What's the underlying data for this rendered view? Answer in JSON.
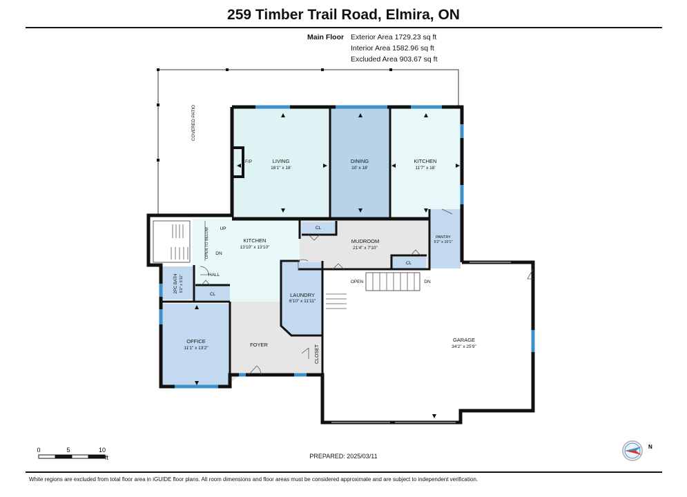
{
  "title": "259 Timber Trail Road, Elmira, ON",
  "floor_info": {
    "floor_label": "Main Floor",
    "exterior_area": "Exterior Area 1729.23 sq ft",
    "interior_area": "Interior Area 1582.96 sq ft",
    "excluded_area": "Excluded Area 903.67 sq ft"
  },
  "rooms": {
    "covered_patio": "COVERED PATIO",
    "fireplace": "F/P",
    "living": {
      "name": "LIVING",
      "dims": "16'1\" x 18'"
    },
    "dining": {
      "name": "DINING",
      "dims": "10' x 18'"
    },
    "kitchen_upper": {
      "name": "KITCHEN",
      "dims": "11'7\" x 18'"
    },
    "kitchen_main": {
      "name": "KITCHEN",
      "dims": "13'10\" x 13'10\""
    },
    "stairs_up": "UP",
    "stairs_dn": "DN",
    "open_to_below": "OPEN TO BELOW",
    "mudroom": {
      "name": "MUDROOM",
      "dims": "21'4\" x 7'10\""
    },
    "mudroom_closet": "CL",
    "mudroom_closet2": "CL",
    "pantry": {
      "name": "PANTRY",
      "dims": "5'2\" x 10'1\""
    },
    "hall": "HALL",
    "hall_closet": "CL",
    "bath": {
      "name": "2PC BATH",
      "dims": "5'2\" x 5'11\""
    },
    "laundry": {
      "name": "LAUNDRY",
      "dims": "6'10\" x 11'11\""
    },
    "office": {
      "name": "OFFICE",
      "dims": "11'1\" x 13'2\""
    },
    "foyer": "FOYER",
    "closet": "CLOSET",
    "garage": {
      "name": "GARAGE",
      "dims": "34'2\" x 25'9\""
    },
    "garage_stairs_open": "OPEN",
    "garage_stairs_dn": "DN"
  },
  "scale": {
    "ticks": [
      "0",
      "5",
      "10"
    ],
    "unit": "ft"
  },
  "prepared": "PREPARED: 2025/03/11",
  "compass_letter": "N",
  "disclaimer": "White regions are excluded from total floor area in iGUIDE floor plans. All room dimensions and floor areas must be considered approximate and are subject to independent verification.",
  "colors": {
    "living_fill": "#dff3f5",
    "dining_fill": "#b7d3ea",
    "kitchen_fill": "#e8f8f9",
    "grey_fill": "#e6e6e6",
    "blue_fill": "#c2d9ef",
    "wall": "#111111",
    "window": "#3f8fc8"
  }
}
